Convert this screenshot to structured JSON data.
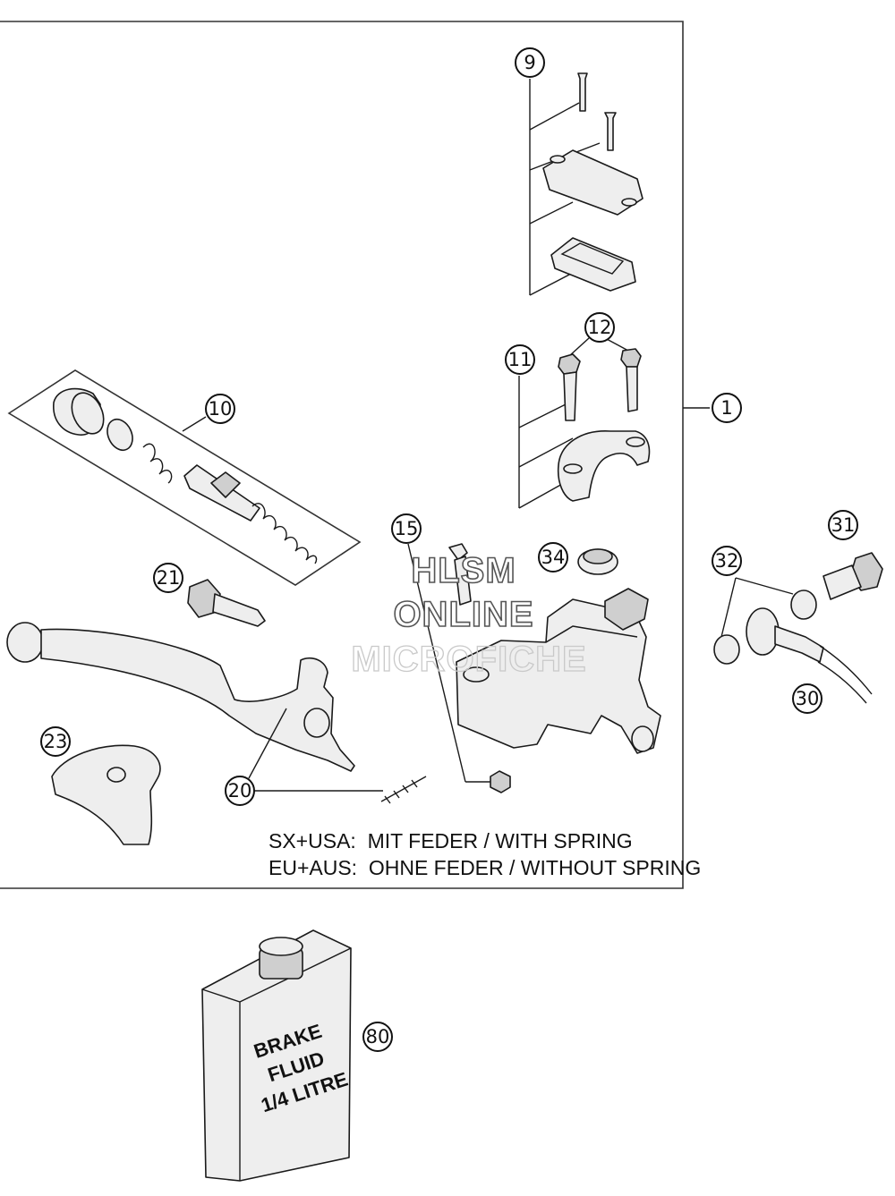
{
  "callouts": {
    "c1": "1",
    "c9": "9",
    "c10": "10",
    "c11": "11",
    "c12": "12",
    "c15": "15",
    "c20": "20",
    "c21": "21",
    "c23": "23",
    "c30": "30",
    "c31": "31",
    "c32": "32",
    "c34": "34",
    "c80": "80"
  },
  "notes": {
    "line1": "SX+USA:  MIT FEDER / WITH SPRING",
    "line2": "EU+AUS:  OHNE FEDER / WITHOUT SPRING"
  },
  "watermark": {
    "line1": "HLSM",
    "line2": "ONLINE",
    "line3": "MICROFICHE"
  },
  "fluid_label": {
    "line1": "BRAKE",
    "line2": "FLUID",
    "line3": "1/4 LITRE"
  }
}
